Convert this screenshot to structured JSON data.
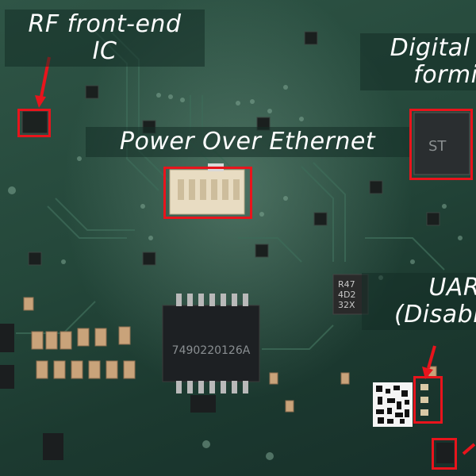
{
  "labels": {
    "rf_line1": "RF front-end",
    "rf_line2": "IC",
    "digital_line1": "Digital b",
    "digital_line2": "formin",
    "poe": "Power Over Ethernet",
    "uart_line1": "UART",
    "uart_line2": "(Disable"
  },
  "components": {
    "transformer_marking": "7490220126A",
    "inductor_line1": "R47",
    "inductor_line2": "4D2",
    "inductor_line3": "32X"
  },
  "colors": {
    "highlight": "#e8141c",
    "label_text": "#ffffff",
    "pcb": "#24473a"
  }
}
